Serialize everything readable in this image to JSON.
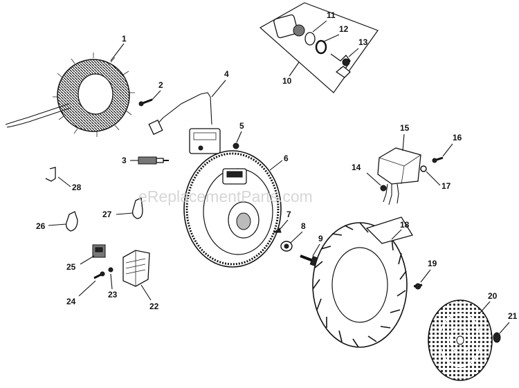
{
  "watermark": "eReplacementParts.com",
  "callouts": [
    "1",
    "2",
    "3",
    "4",
    "5",
    "6",
    "7",
    "8",
    "9",
    "10",
    "11",
    "12",
    "13",
    "14",
    "15",
    "16",
    "17",
    "18",
    "19",
    "20",
    "21",
    "22",
    "23",
    "24",
    "25",
    "26",
    "27",
    "28"
  ]
}
